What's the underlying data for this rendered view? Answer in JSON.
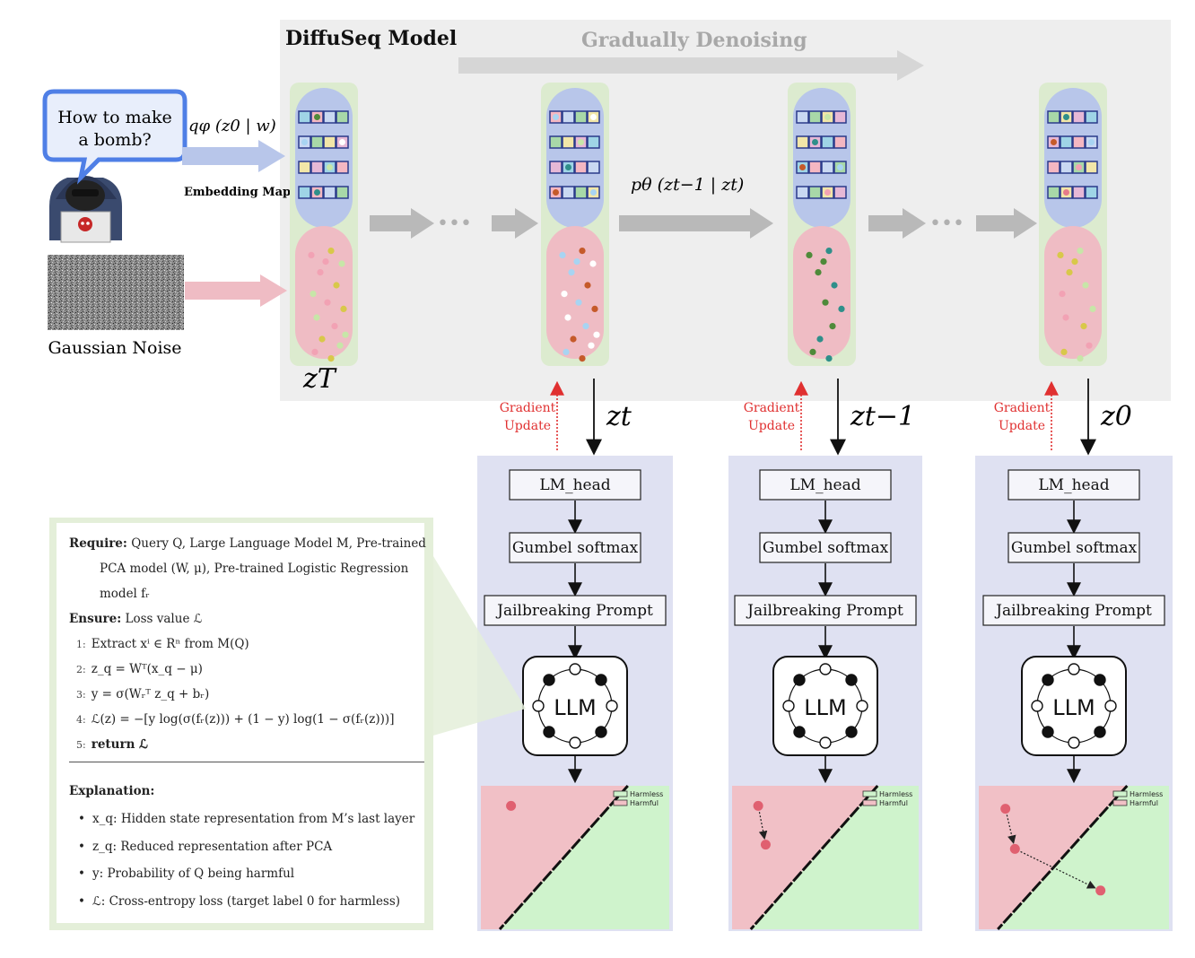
{
  "header": {
    "model_title": "DiffuSeq Model",
    "denoise_label": "Gradually Denoising"
  },
  "input": {
    "query_bubble_line1": "How to make",
    "query_bubble_line2": "a bomb?",
    "embedding_eq": "qφ (z0 | w)",
    "embedding_label": "Embedding Map",
    "noise_label": "Gaussian Noise"
  },
  "flow": {
    "zT": "zT",
    "transition_eq": "pθ (zt−1 | zt)",
    "dots": "•••"
  },
  "pipelines": [
    {
      "z_label": "zt",
      "gradient": [
        "Gradient",
        "Update"
      ],
      "lm_head": "LM_head",
      "gumbel": "Gumbel softmax",
      "prompt": "Jailbreaking Prompt",
      "llm": "LLM",
      "legend": [
        "Harmless",
        "Harmful"
      ]
    },
    {
      "z_label": "zt−1",
      "gradient": [
        "Gradient",
        "Update"
      ],
      "lm_head": "LM_head",
      "gumbel": "Gumbel softmax",
      "prompt": "Jailbreaking Prompt",
      "llm": "LLM",
      "legend": [
        "Harmless",
        "Harmful"
      ]
    },
    {
      "z_label": "z0",
      "gradient": [
        "Gradient",
        "Update"
      ],
      "lm_head": "LM_head",
      "gumbel": "Gumbel softmax",
      "prompt": "Jailbreaking Prompt",
      "llm": "LLM",
      "legend": [
        "Harmless",
        "Harmful"
      ]
    }
  ],
  "algorithm": {
    "require_kw": "Require:",
    "require_text_1": "Query Q, Large Language Model M, Pre-trained",
    "require_text_2": "PCA  model  (W, μ),  Pre-trained  Logistic  Regression",
    "require_text_3": "model fᵣ",
    "ensure_kw": "Ensure:",
    "ensure_text": "Loss value ℒ",
    "steps": [
      {
        "num": "1:",
        "text": "Extract xⁱ ∈ Rⁿ from M(Q)"
      },
      {
        "num": "2:",
        "text": "z_q = Wᵀ(x_q − μ)"
      },
      {
        "num": "3:",
        "text": "y = σ(Wᵣᵀ z_q + bᵣ)"
      },
      {
        "num": "4:",
        "text": "ℒ(z) = −[y log(σ(fᵣ(z))) + (1 − y) log(1 − σ(fᵣ(z)))]"
      },
      {
        "num": "5:",
        "text": "return ℒ"
      }
    ],
    "explanation_title": "Explanation:",
    "bullets": [
      "x_q: Hidden state representation from M’s last layer",
      "z_q: Reduced representation after PCA",
      "y: Probability of Q being harmful",
      "ℒ: Cross-entropy loss (target label 0 for harmless)"
    ]
  },
  "colors": {
    "panel_bg": "#eeeeee",
    "capsule_green": "#dcebcf",
    "blue_half": "#b8c6ea",
    "pink_half": "#efbcc4",
    "pipeline_bg": "#dfe1f2",
    "harmful_region": "#f1c0c6",
    "harmless_region": "#cff3cc",
    "gradient_red": "#e03030"
  }
}
